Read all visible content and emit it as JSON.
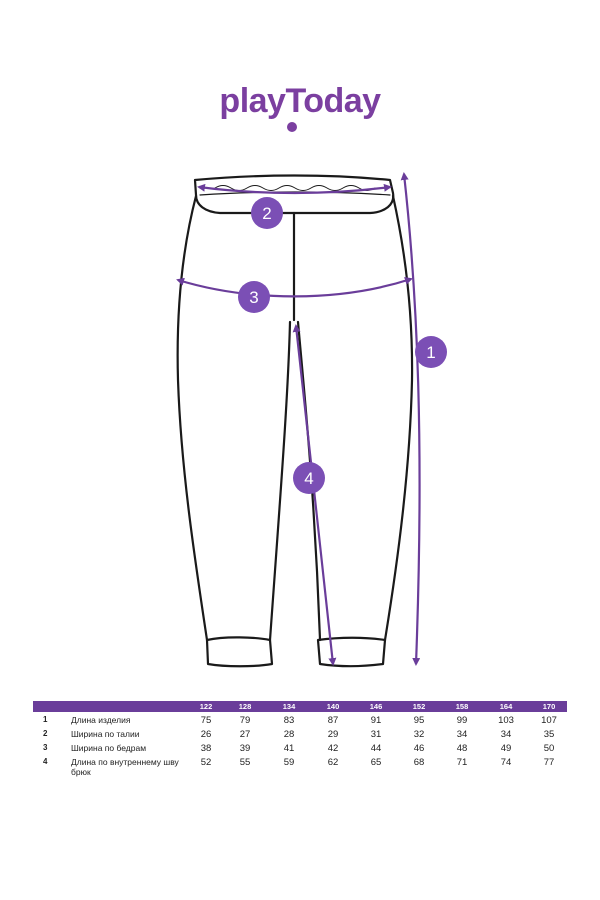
{
  "brand": {
    "logo_text": "playToday",
    "accent_color": "#6a3d9a"
  },
  "diagram": {
    "markers": [
      "1",
      "2",
      "3",
      "4"
    ]
  },
  "size_table": {
    "sizes": [
      "122",
      "128",
      "134",
      "140",
      "146",
      "152",
      "158",
      "164",
      "170"
    ],
    "rows": [
      {
        "index": "1",
        "name": "Длина изделия",
        "values": [
          "75",
          "79",
          "83",
          "87",
          "91",
          "95",
          "99",
          "103",
          "107"
        ]
      },
      {
        "index": "2",
        "name": "Ширина по талии",
        "values": [
          "26",
          "27",
          "28",
          "29",
          "31",
          "32",
          "34",
          "34",
          "35"
        ]
      },
      {
        "index": "3",
        "name": "Ширина по бедрам",
        "values": [
          "38",
          "39",
          "41",
          "42",
          "44",
          "46",
          "48",
          "49",
          "50"
        ]
      },
      {
        "index": "4",
        "name": "Длина по внутреннему шву брюк",
        "values": [
          "52",
          "55",
          "59",
          "62",
          "65",
          "68",
          "71",
          "74",
          "77"
        ]
      }
    ]
  }
}
